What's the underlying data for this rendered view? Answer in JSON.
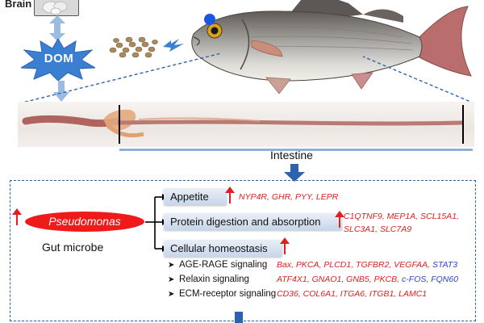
{
  "top": {
    "brain_label": "Brain",
    "dom_label": "DOM"
  },
  "intestine": {
    "label": "Intestine"
  },
  "microbe": {
    "name": "Pseudomonas",
    "category": "Gut microbe"
  },
  "pathways": {
    "appetite": {
      "label": "Appetite",
      "genes": "NYP4R, GHR, PYY, LEPR"
    },
    "protein": {
      "label": "Protein digestion and absorption",
      "genes_line1": "C1QTNF9, MEP1A, SCL15A1,",
      "genes_line2": "SLC3A1, SLC7A9"
    },
    "cellular": {
      "label": "Cellular homeostasis",
      "sub_items": [
        {
          "label": "AGE-RAGE signaling",
          "genes_red": "Bax, PKCA, PLCD1, TGFBR2, VEGFAA,",
          "genes_blue": "STAT3"
        },
        {
          "label": "Relaxin signaling",
          "genes_red": "ATF4X1, GNAO1, GNB5, PKCB,",
          "genes_blue": "c-FOS, FQN60"
        },
        {
          "label": "ECM-receptor signaling",
          "genes_red": "CD36, COL6A1, ITGA6, ITGB1, LAMC1",
          "genes_blue": ""
        }
      ]
    }
  },
  "colors": {
    "accent_blue": "#2c63b0",
    "light_arrow_blue": "#9bbbe0",
    "upregulation_red": "#e02020",
    "downregulation_blue": "#2e46c8",
    "pathway_box": "#c8d6ea",
    "microbe_oval": "#ef1b1b"
  },
  "icons": [
    "brain-photo",
    "dom-starburst",
    "feed-pellets-icon",
    "fish-illustration",
    "intestine-photo",
    "up-arrow-icon",
    "down-arrow-icon",
    "bracket-arrow-icon"
  ]
}
